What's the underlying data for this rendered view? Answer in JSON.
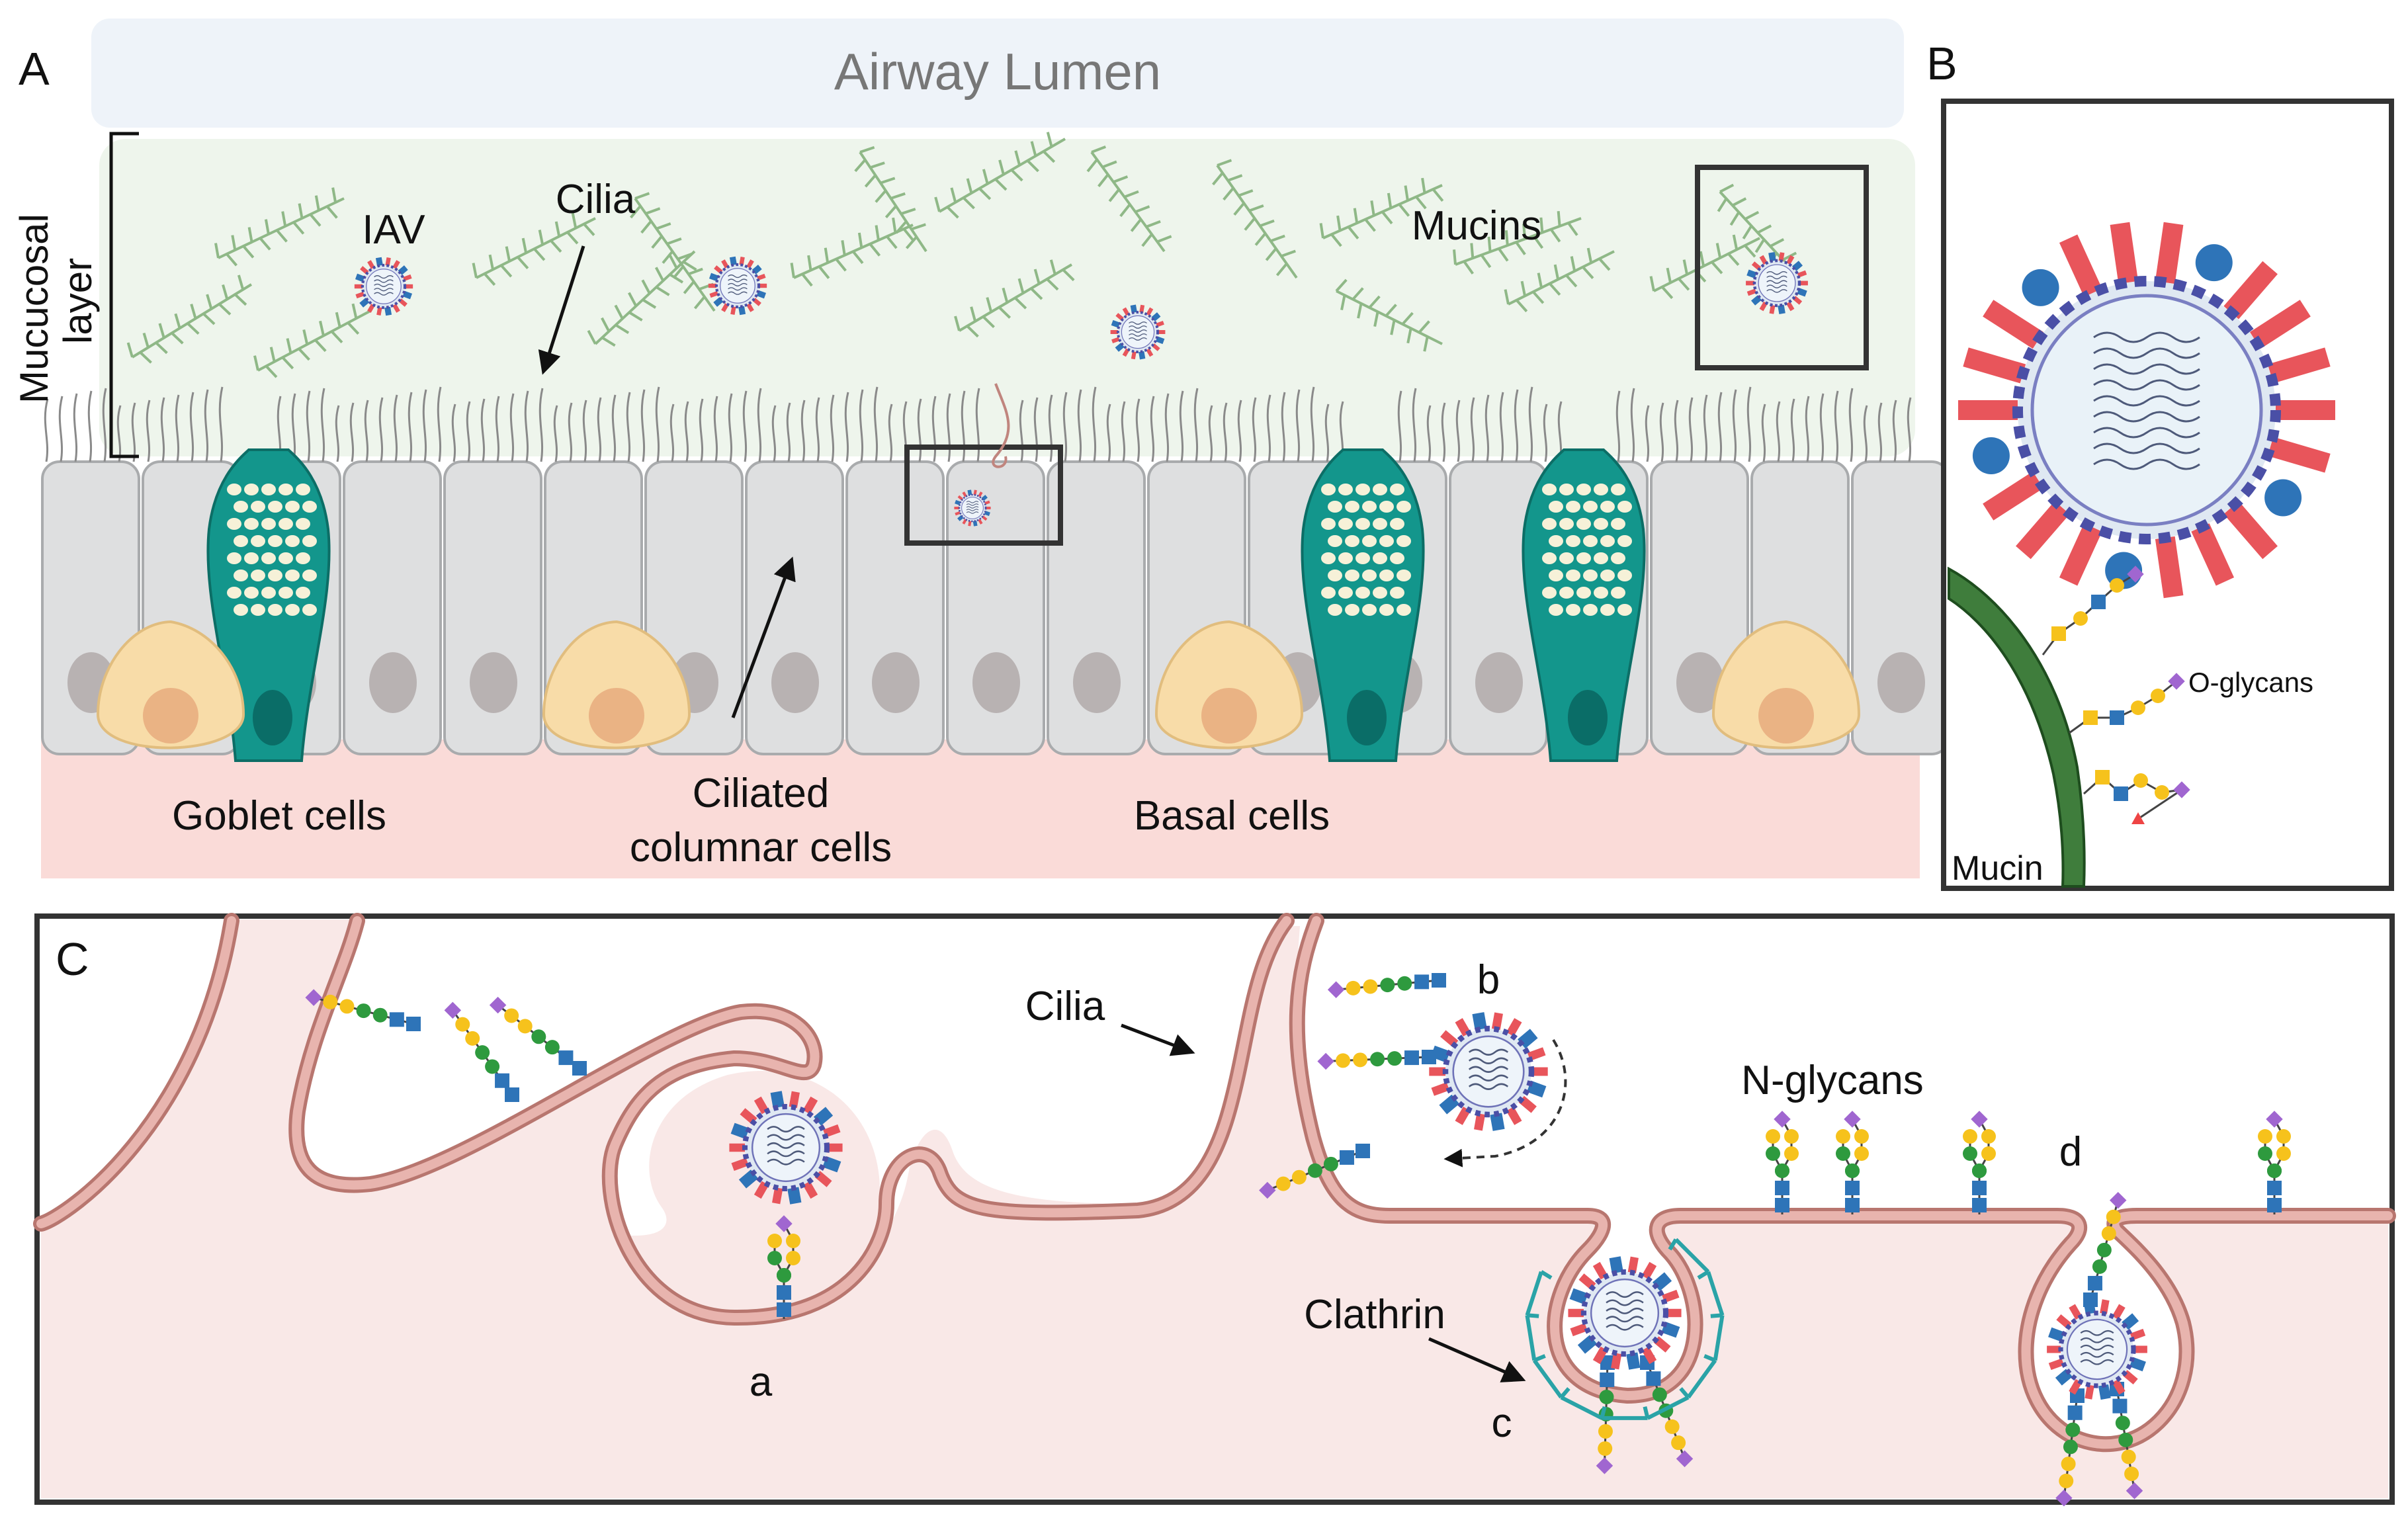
{
  "panels": {
    "a": {
      "letter": "A",
      "lumen": "Airway Lumen",
      "mucosal_line1": "Mucucosal",
      "mucosal_line2": "layer",
      "iav": "IAV",
      "cilia": "Cilia",
      "mucins": "Mucins",
      "goblet": "Goblet cells",
      "ciliated_line1": "Ciliated",
      "ciliated_line2": "columnar cells",
      "basal": "Basal cells"
    },
    "b": {
      "letter": "B",
      "oglycans": "O-glycans",
      "mucin": "Mucin"
    },
    "c": {
      "letter": "C",
      "cilia": "Cilia",
      "nglycans": "N-glycans",
      "clathrin": "Clathrin",
      "step_a": "a",
      "step_b": "b",
      "step_c": "c",
      "step_d": "d"
    }
  },
  "colors": {
    "lumen_bg": "#eef3f9",
    "mucus_bg": "#eef5ec",
    "basement": "#fadbd8",
    "cell_fill": "#dedfe0",
    "goblet_teal": "#13968c",
    "basal_fill": "#f8dca8",
    "membrane": "#d4928c",
    "cytoplasm": "#f9e8e7",
    "virus_spike_red": "#e8555b",
    "virus_spike_blue": "#2e74b8",
    "virus_envelope": "#4a4fa6",
    "mucin_stalk": "#3f7d3c",
    "clathrin": "#2aa3a7",
    "text": "#1a1a1a"
  },
  "icons": [
    "virus-icon",
    "mucin-strand-icon",
    "glycan-chain-icon",
    "arrow-icon"
  ]
}
